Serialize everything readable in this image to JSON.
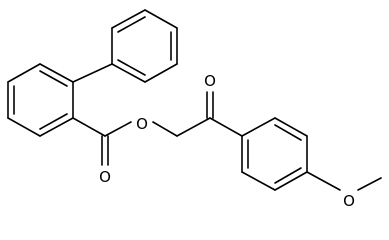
{
  "molecule": {
    "atoms": {
      "carbonyl_o": "O",
      "ester_o": "O",
      "ester_carbonyl_o": "O",
      "methoxy_o": "O"
    }
  }
}
